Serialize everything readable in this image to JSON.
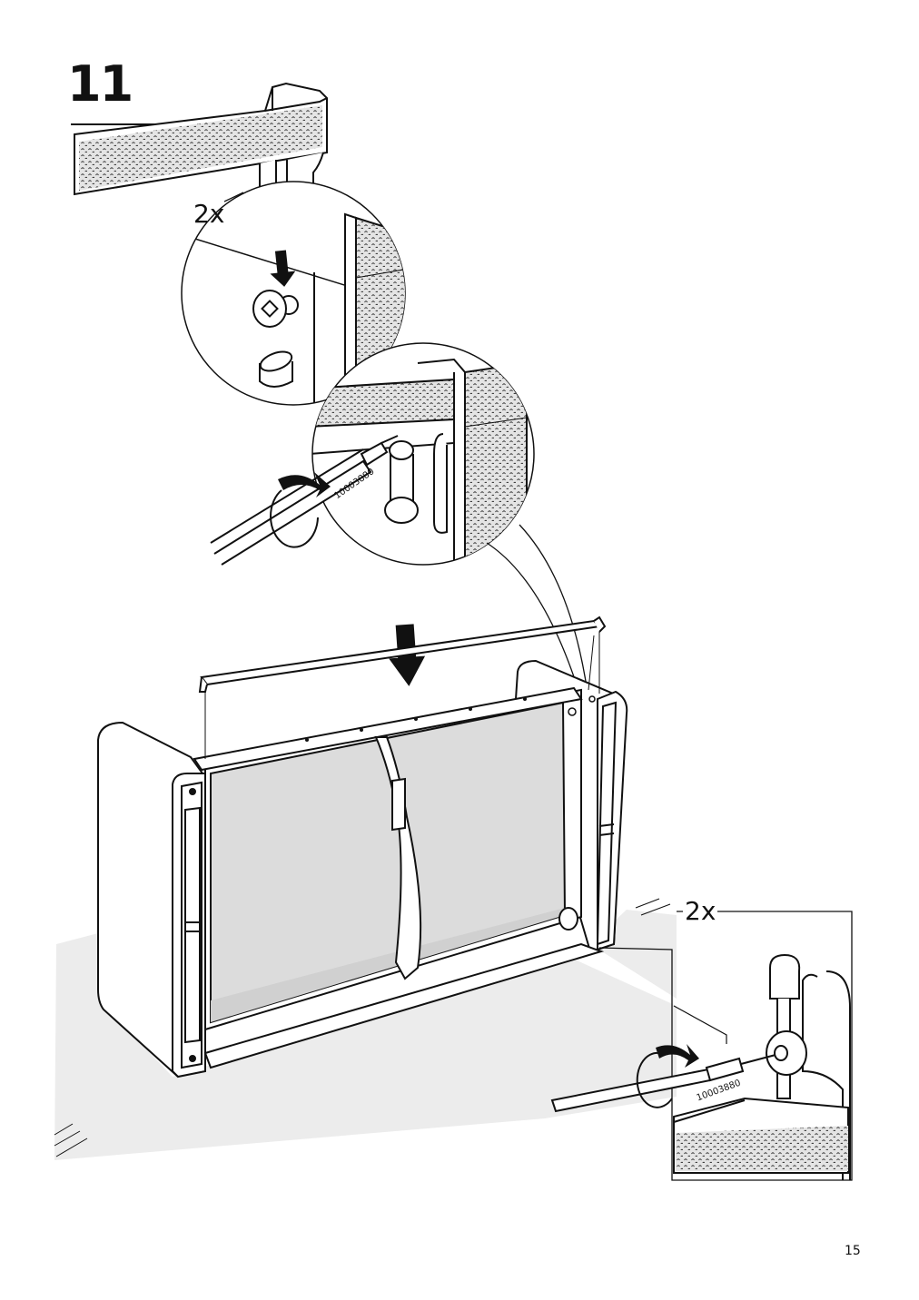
{
  "step": {
    "number": "11"
  },
  "callouts": {
    "hook_quantity": "2x",
    "screw_quantity": "2x"
  },
  "tool": {
    "part_number_top": "10003880",
    "part_number_bottom": "10003880"
  },
  "page": {
    "number": "15"
  },
  "colors": {
    "line": "#111111",
    "fabric_fill": "#d9d9d9",
    "floor_fill": "#ececec",
    "panel_fill": "#dcdcdc"
  },
  "icons": {
    "down_arrow": "down-arrow-icon",
    "rotate_arrow": "rotate-clockwise-icon"
  }
}
